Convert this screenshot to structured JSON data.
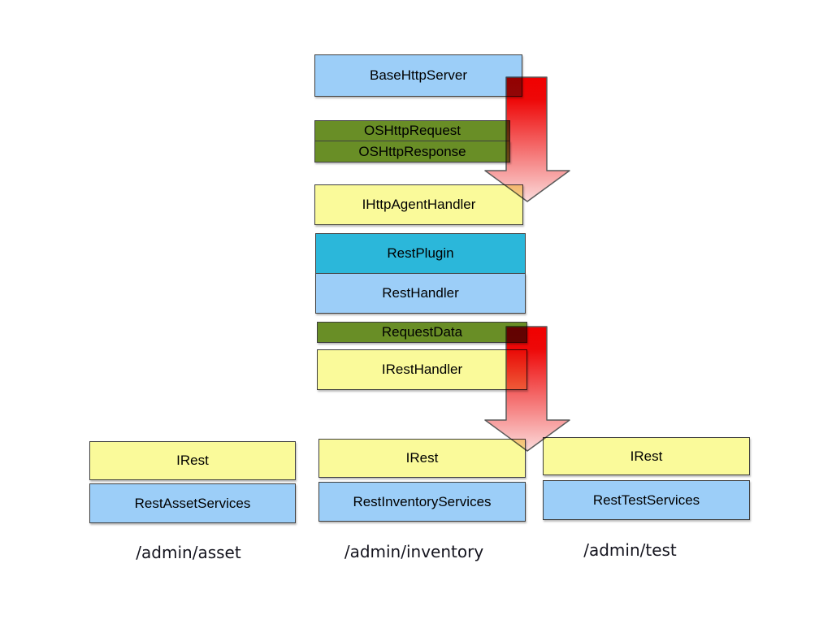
{
  "diagram": {
    "title_implied": "REST service handler architecture",
    "stack": [
      {
        "label": "BaseHttpServer",
        "kind": "server-class"
      },
      {
        "label": "OSHttpRequest",
        "kind": "data-object"
      },
      {
        "label": "OSHttpResponse",
        "kind": "data-object"
      },
      {
        "label": "IHttpAgentHandler",
        "kind": "interface"
      },
      {
        "label": "RestPlugin",
        "kind": "plugin-class"
      },
      {
        "label": "RestHandler",
        "kind": "handler-class"
      },
      {
        "label": "RequestData",
        "kind": "data-object"
      },
      {
        "label": "IRestHandler",
        "kind": "interface"
      }
    ],
    "services": [
      {
        "interface": "IRest",
        "implementation": "RestAssetServices",
        "route": "/admin/asset"
      },
      {
        "interface": "IRest",
        "implementation": "RestInventoryServices",
        "route": "/admin/inventory"
      },
      {
        "interface": "IRest",
        "implementation": "RestTestServices",
        "route": "/admin/test"
      }
    ],
    "arrows": [
      {
        "name": "flow-arrow-top",
        "direction": "down",
        "from": "BaseHttpServer",
        "to": "IHttpAgentHandler"
      },
      {
        "name": "flow-arrow-bottom",
        "direction": "down",
        "from": "RequestData",
        "to": "IRest services"
      }
    ],
    "colors": {
      "class_blue": "#9CCEF8",
      "interface_yellow": "#FAFA9A",
      "data_green": "#698E26",
      "plugin_cyan": "#2BB7DA",
      "arrow_red_top": "#F00000",
      "arrow_pink_bottom": "#FBDBDB",
      "border": "#3f3f3f"
    }
  }
}
